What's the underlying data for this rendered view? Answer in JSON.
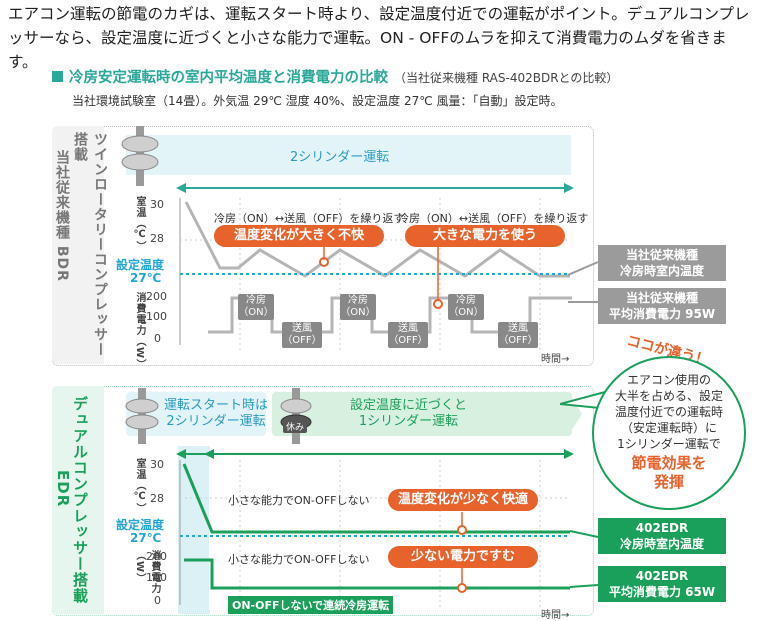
{
  "intro": "エアコン運転の節電のカギは、運転スタート時より、設定温度付近での運転がポイント。デュアルコンプレッサーなら、設定温度に近づくと小さな能力で運転。ON - OFFのムラを抑えて消費電力のムダを省きます。",
  "heading": {
    "title": "冷房安定運転時の室内平均温度と消費電力の比較",
    "subtitle": "（当社従来機種 RAS-402BDRとの比較）",
    "conditions": "当社環境試験室（14畳）。外気温 29℃ 湿度 40%、設定温度 27℃ 風量：「自動」設定時。"
  },
  "top": {
    "vertical_label_1": "ツインロータリーコンプレッサー搭載",
    "vertical_label_2": "当社従来機種 BDR",
    "band_text": "2シリンダー運転",
    "temp_axis": {
      "label": "室温（℃）",
      "ticks": [
        "30",
        "28"
      ],
      "set_label": "設定温度",
      "set_value": "27℃"
    },
    "power_axis": {
      "label": "消費電力（W）",
      "ticks": [
        "200",
        "100",
        "0"
      ]
    },
    "repeat_note_1": "冷房（ON）↔送風（OFF）を繰り返す",
    "repeat_note_2": "冷房（ON）↔送風（OFF）を繰り返す",
    "callout_temp": "温度変化が大きく不快",
    "callout_power": "大きな電力を使う",
    "on_tag": "冷房\n（ON）",
    "off_tag": "送風\n（OFF）",
    "time_label": "時間→",
    "result_temp": {
      "line1": "当社従来機種",
      "line2": "冷房時室内温度"
    },
    "result_power": {
      "line1": "当社従来機種",
      "line2": "平均消費電力 95W"
    }
  },
  "bottom": {
    "vertical_label_1": "デュアルコンプレッサー搭載",
    "vertical_label_2": "EDR",
    "start_text": "運転スタート時は\n2シリンダー運転",
    "rest_tag": "休み",
    "steady_text": "設定温度に近づくと\n1シリンダー運転",
    "temp_axis": {
      "label": "室温（℃）",
      "ticks": [
        "30",
        "28"
      ],
      "set_label": "設定温度",
      "set_value": "27℃"
    },
    "power_axis": {
      "label": "消費電力（W）",
      "ticks": [
        "200",
        "100",
        "0"
      ]
    },
    "note_temp": "小さな能力でON-OFFしない",
    "note_power": "小さな能力でON-OFFしない",
    "callout_temp": "温度変化が少なく快適",
    "callout_power": "少ない電力ですむ",
    "continuous_label": "ON-OFFしないで連続冷房運転",
    "time_label": "時間→",
    "result_temp": {
      "line1": "402EDR",
      "line2": "冷房時室内温度"
    },
    "result_power": {
      "line1": "402EDR",
      "line2": "平均消費電力 65W"
    }
  },
  "bubble": {
    "headline": "ココが違う！",
    "body": "エアコン使用の\n大半を占める、設定\n温度付近での運転時\n（安定運転時）に\n1シリンダー運転で",
    "emphasis": "節電効果を\n発揮"
  },
  "colors": {
    "teal": "#2aa89a",
    "cyan": "#2a9bc0",
    "orange": "#e8622c",
    "green": "#1aa05a",
    "gray": "#9b9b9b",
    "dotted": "#23a6d6"
  }
}
